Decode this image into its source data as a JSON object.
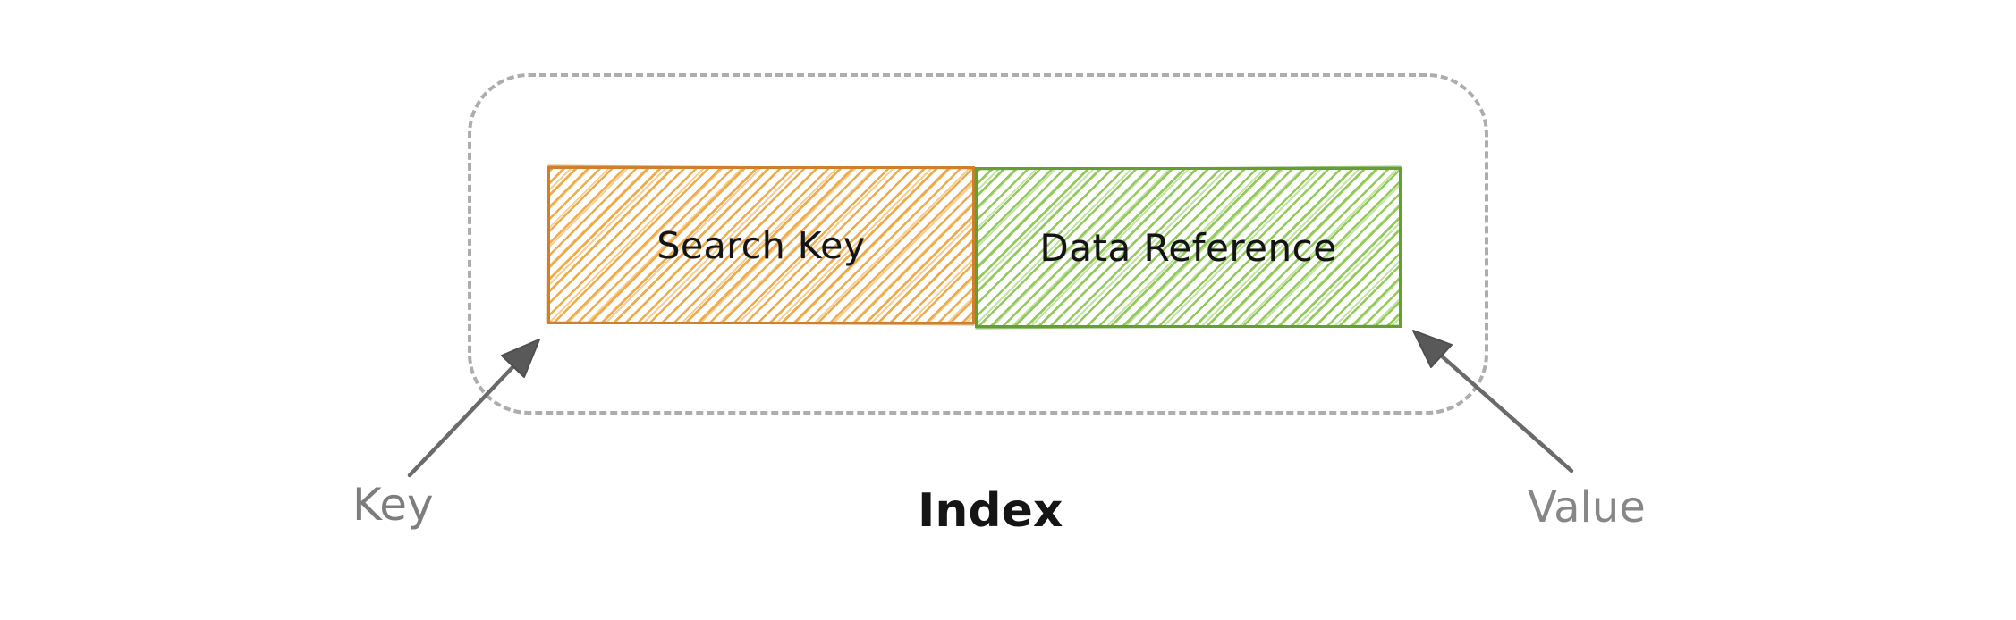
{
  "diagram": {
    "type": "hand-drawn-diagram",
    "caption": {
      "label": "Index"
    },
    "index_container": {
      "style": "dashed-rounded-rectangle",
      "border_color": "#adadad",
      "boxes": [
        {
          "id": "search-key",
          "label": "Search Key",
          "border_color": "#d07f2b",
          "hatch_color": "#f0a73d",
          "hatch_style": "diagonal"
        },
        {
          "id": "data-reference",
          "label": "Data Reference",
          "border_color": "#649f33",
          "hatch_color": "#8cc84f",
          "hatch_style": "diagonal"
        }
      ]
    },
    "annotations": [
      {
        "id": "key",
        "label": "Key",
        "color": "#7d7d7d",
        "arrow_target": "search-key bottom-left corner"
      },
      {
        "id": "value",
        "label": "Value",
        "color": "#878787",
        "arrow_target": "data-reference bottom-right corner"
      }
    ],
    "colors": {
      "background": "#ffffff",
      "arrow": "#6a6a6a",
      "arrowhead": "#595959",
      "box_text": "#141414",
      "caption_text": "#151515"
    }
  }
}
